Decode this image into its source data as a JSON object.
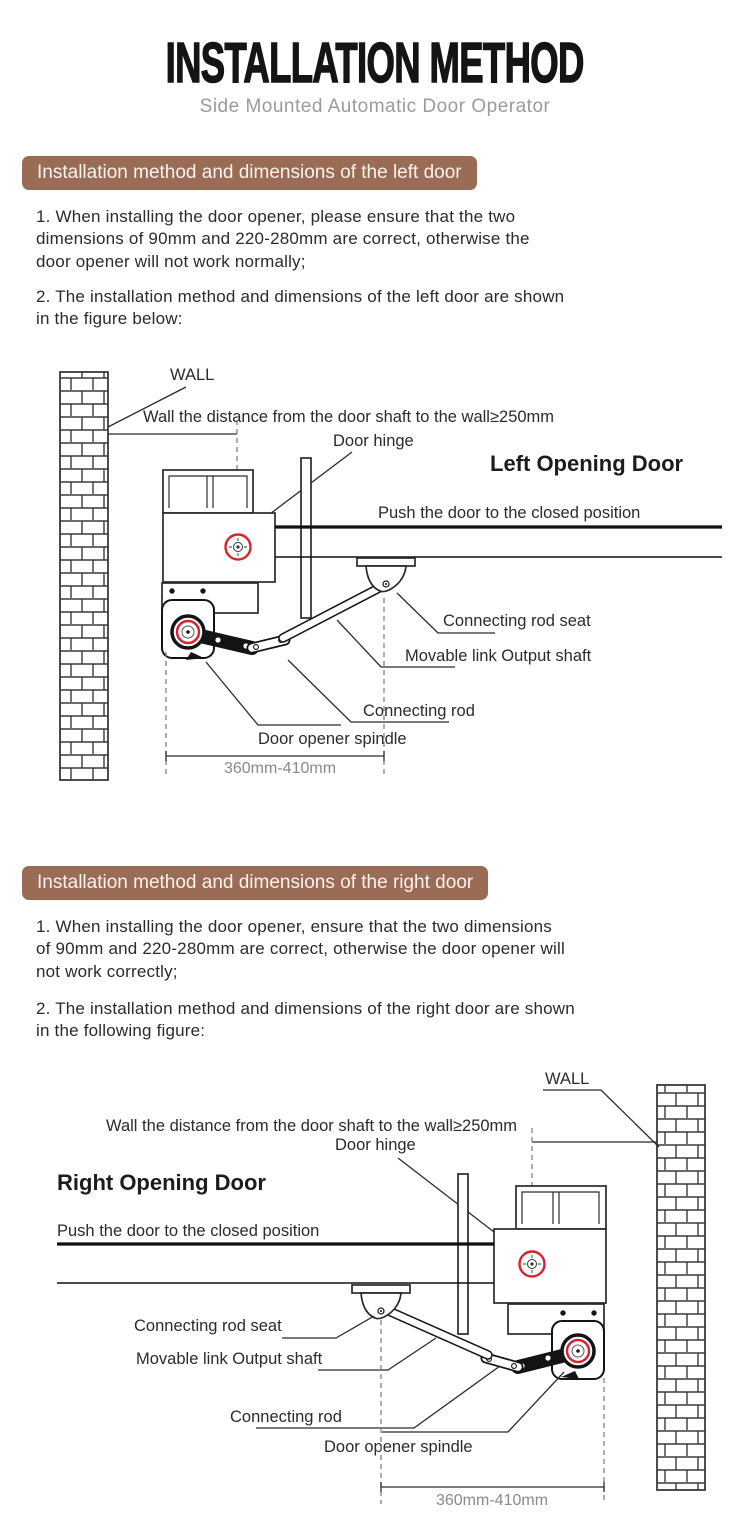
{
  "header": {
    "title": "INSTALLATION METHOD",
    "subtitle": "Side Mounted Automatic Door Operator"
  },
  "left": {
    "banner": "Installation method and dimensions of the left door",
    "para1": "1. When installing the door opener, please ensure that the two\ndimensions of 90mm and 220-280mm are correct, otherwise the\ndoor opener will not work normally;",
    "para2": "2. The installation method and dimensions of the left door are shown\nin the figure below:",
    "diagram": {
      "wall": "WALL",
      "distance": "Wall the distance from the door shaft to the wall≥250mm",
      "hinge": "Door hinge",
      "heading": "Left Opening Door",
      "push": "Push the door to the closed position",
      "seat": "Connecting rod seat",
      "movable": "Movable link Output shaft",
      "rod": "Connecting rod",
      "spindle": "Door opener spindle",
      "dimension": "360mm-410mm"
    }
  },
  "right": {
    "banner": "Installation method and dimensions of the right door",
    "para1": "1. When installing the door opener, ensure that the two dimensions\nof 90mm and 220-280mm are correct, otherwise the door opener will\nnot work correctly;",
    "para2": "2. The installation method and dimensions of the right door are shown\nin the following figure:",
    "diagram": {
      "wall": "WALL",
      "distance": "Wall the distance from the door shaft to the wall≥250mm",
      "hinge": "Door hinge",
      "heading": "Right Opening Door",
      "push": "Push the door to the closed position",
      "seat": "Connecting rod seat",
      "movable": "Movable link Output shaft",
      "rod": "Connecting rod",
      "spindle": "Door opener spindle",
      "dimension": "360mm-410mm"
    }
  },
  "colors": {
    "banner_bg": "#9a6b55",
    "accent_red": "#d7232d",
    "dim_text": "#8a8a8a",
    "subtitle_gray": "#9b9b9b"
  }
}
